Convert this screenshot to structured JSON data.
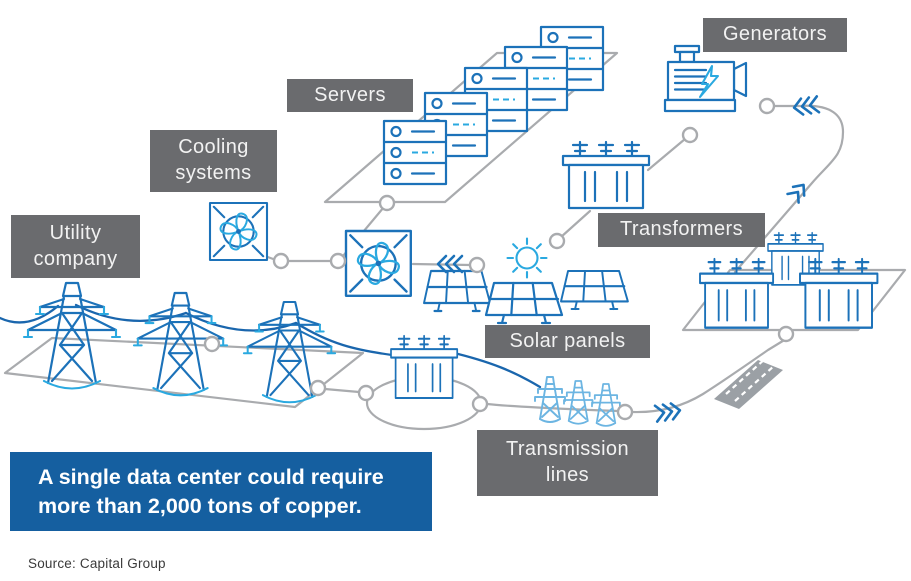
{
  "diagram": {
    "labels": {
      "servers": "Servers",
      "cooling_systems": "Cooling systems",
      "utility_company": "Utility company",
      "generators": "Generators",
      "transformers": "Transformers",
      "solar_panels": "Solar panels",
      "transmission_lines": "Transmission lines"
    },
    "icons": [
      "server-rack-icon",
      "cooling-fan-icon",
      "generator-icon",
      "transformer-icon",
      "solar-panel-icon",
      "sun-icon",
      "transmission-tower-icon",
      "small-transmission-tower-icon",
      "connector-node",
      "flow-arrow-icon",
      "road-icon"
    ],
    "colors": {
      "icon_blue": "#1c72b9",
      "accent_light_blue": "#2aa9e0",
      "wire_blue": "#1a66ad",
      "connector_gray": "#a9abae",
      "label_bg": "#6a6b6e",
      "label_text": "#f2f2f2",
      "callout_bg": "#155fa0",
      "callout_text": "#ffffff",
      "source_text": "#3a3a3a"
    }
  },
  "callout": {
    "text": "A single data center could require more than 2,000 tons of copper."
  },
  "source": {
    "text": "Source: Capital Group"
  }
}
